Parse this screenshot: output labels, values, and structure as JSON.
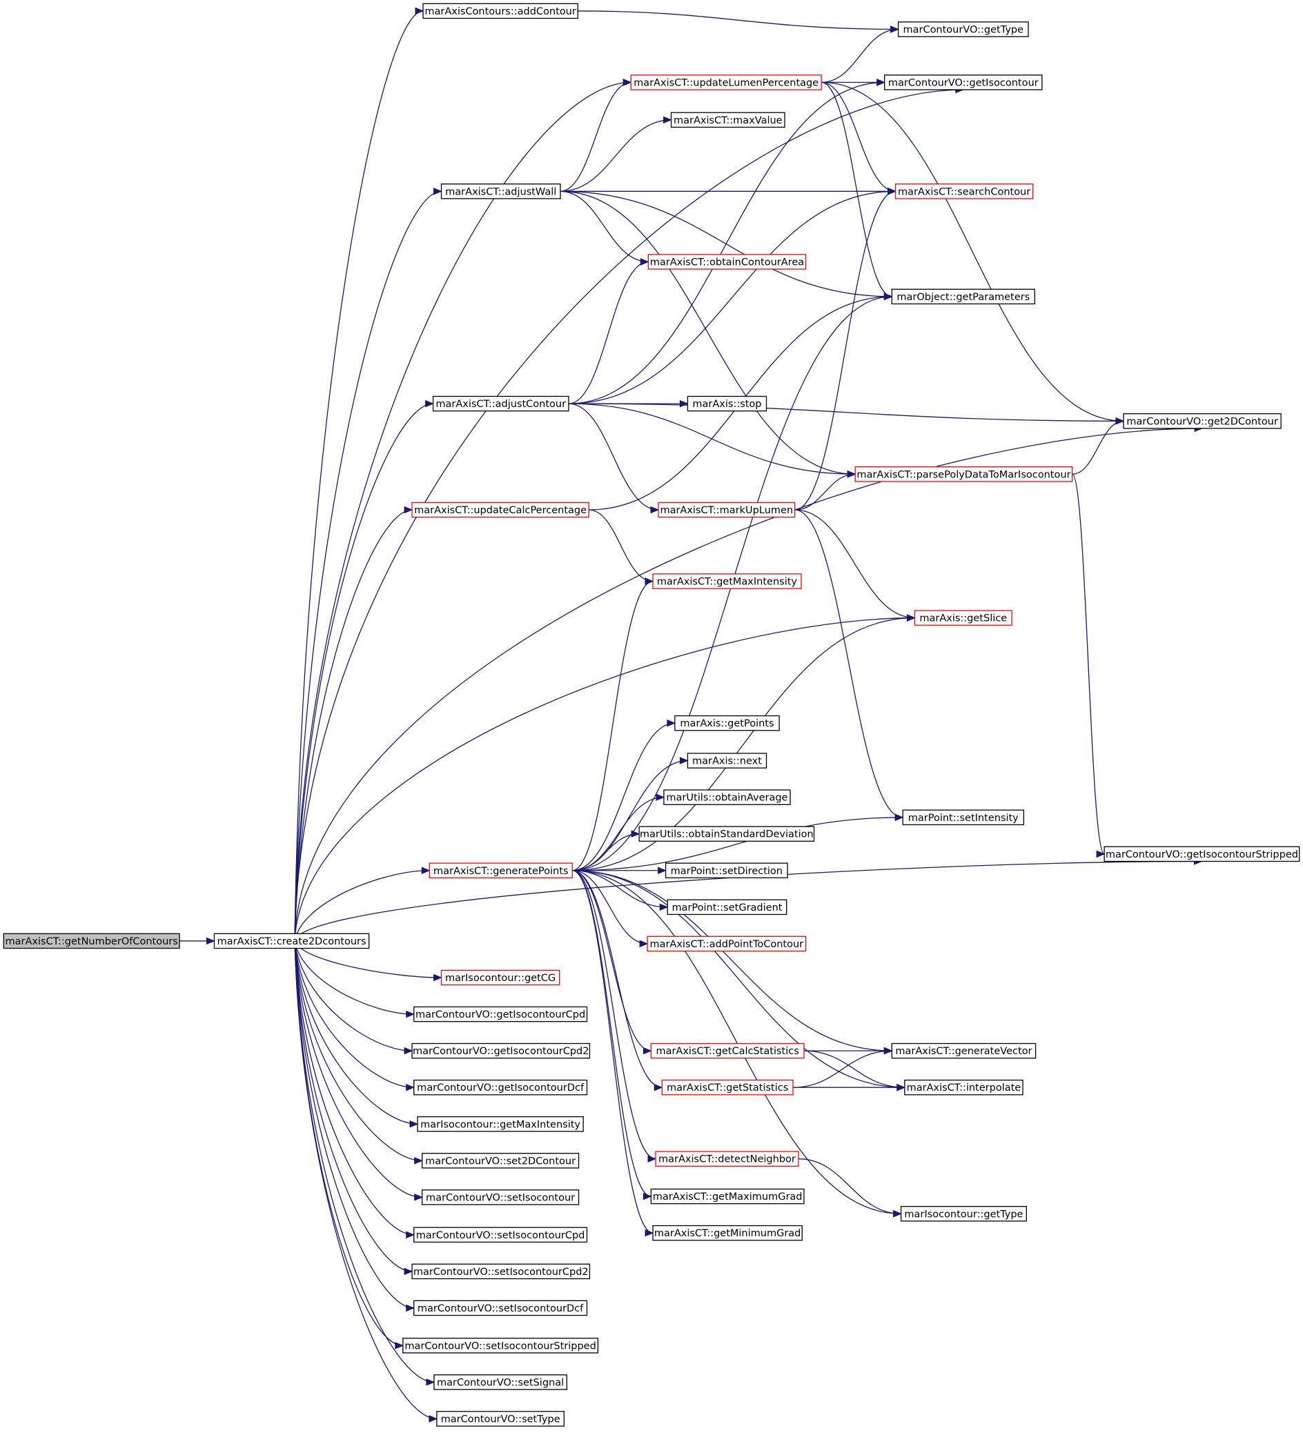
{
  "colors": {
    "edge": "#191970",
    "red_border": "#ff0000",
    "root_fill": "#bfbfbf"
  },
  "nodes": {
    "getNumberOfContours": {
      "label": "marAxisCT::getNumberOfContours",
      "style": "root"
    },
    "create2Dcontours": {
      "label": "marAxisCT::create2Dcontours",
      "style": "normal"
    },
    "addContour": {
      "label": "marAxisContours::addContour",
      "style": "normal"
    },
    "getType": {
      "label": "marContourVO::getType",
      "style": "normal"
    },
    "updateLumenPercentage": {
      "label": "marAxisCT::updateLumenPercentage",
      "style": "red"
    },
    "getIsocontour": {
      "label": "marContourVO::getIsocontour",
      "style": "normal"
    },
    "maxValue": {
      "label": "marAxisCT::maxValue",
      "style": "normal"
    },
    "adjustWall": {
      "label": "marAxisCT::adjustWall",
      "style": "normal"
    },
    "searchContour": {
      "label": "marAxisCT::searchContour",
      "style": "red"
    },
    "obtainContourArea": {
      "label": "marAxisCT::obtainContourArea",
      "style": "red"
    },
    "getParameters": {
      "label": "marObject::getParameters",
      "style": "normal"
    },
    "adjustContour": {
      "label": "marAxisCT::adjustContour",
      "style": "normal"
    },
    "stop": {
      "label": "marAxis::stop",
      "style": "normal"
    },
    "get2DContour": {
      "label": "marContourVO::get2DContour",
      "style": "normal"
    },
    "parsePoly": {
      "label": "marAxisCT::parsePolyDataToMarIsocontour",
      "style": "red"
    },
    "updateCalcPercentage": {
      "label": "marAxisCT::updateCalcPercentage",
      "style": "red"
    },
    "markUpLumen": {
      "label": "marAxisCT::markUpLumen",
      "style": "red"
    },
    "getMaxIntensityCT": {
      "label": "marAxisCT::getMaxIntensity",
      "style": "red"
    },
    "getSlice": {
      "label": "marAxis::getSlice",
      "style": "red"
    },
    "getPoints": {
      "label": "marAxis::getPoints",
      "style": "normal"
    },
    "next": {
      "label": "marAxis::next",
      "style": "normal"
    },
    "obtainAverage": {
      "label": "marUtils::obtainAverage",
      "style": "normal"
    },
    "obtainStd": {
      "label": "marUtils::obtainStandardDeviation",
      "style": "normal"
    },
    "setIntensity": {
      "label": "marPoint::setIntensity",
      "style": "normal"
    },
    "getIsocontourStripped": {
      "label": "marContourVO::getIsocontourStripped",
      "style": "normal"
    },
    "generatePoints": {
      "label": "marAxisCT::generatePoints",
      "style": "red"
    },
    "setDirection": {
      "label": "marPoint::setDirection",
      "style": "normal"
    },
    "setGradient": {
      "label": "marPoint::setGradient",
      "style": "normal"
    },
    "addPointToContour": {
      "label": "marAxisCT::addPointToContour",
      "style": "red"
    },
    "getCG": {
      "label": "marIsocontour::getCG",
      "style": "red"
    },
    "getIsocontourCpd": {
      "label": "marContourVO::getIsocontourCpd",
      "style": "normal"
    },
    "getIsocontourCpd2": {
      "label": "marContourVO::getIsocontourCpd2",
      "style": "normal"
    },
    "getIsocontourDcf": {
      "label": "marContourVO::getIsocontourDcf",
      "style": "normal"
    },
    "isoGetMaxIntensity": {
      "label": "marIsocontour::getMaxIntensity",
      "style": "normal"
    },
    "set2DContour": {
      "label": "marContourVO::set2DContour",
      "style": "normal"
    },
    "setIsocontour": {
      "label": "marContourVO::setIsocontour",
      "style": "normal"
    },
    "setIsocontourCpd": {
      "label": "marContourVO::setIsocontourCpd",
      "style": "normal"
    },
    "setIsocontourCpd2": {
      "label": "marContourVO::setIsocontourCpd2",
      "style": "normal"
    },
    "setIsocontourDcf": {
      "label": "marContourVO::setIsocontourDcf",
      "style": "normal"
    },
    "setIsocontourStripped": {
      "label": "marContourVO::setIsocontourStripped",
      "style": "normal"
    },
    "setSignal": {
      "label": "marContourVO::setSignal",
      "style": "normal"
    },
    "setType": {
      "label": "marContourVO::setType",
      "style": "normal"
    },
    "getCalcStatistics": {
      "label": "marAxisCT::getCalcStatistics",
      "style": "red"
    },
    "generateVector": {
      "label": "marAxisCT::generateVector",
      "style": "normal"
    },
    "getStatistics": {
      "label": "marAxisCT::getStatistics",
      "style": "red"
    },
    "interpolate": {
      "label": "marAxisCT::interpolate",
      "style": "normal"
    },
    "detectNeighbor": {
      "label": "marAxisCT::detectNeighbor",
      "style": "red"
    },
    "getMaximumGrad": {
      "label": "marAxisCT::getMaximumGrad",
      "style": "normal"
    },
    "getMinimumGrad": {
      "label": "marAxisCT::getMinimumGrad",
      "style": "normal"
    },
    "isoGetType": {
      "label": "marIsocontour::getType",
      "style": "normal"
    }
  },
  "edges": [
    [
      "getNumberOfContours",
      "create2Dcontours"
    ],
    [
      "create2Dcontours",
      "addContour"
    ],
    [
      "create2Dcontours",
      "getIsocontour"
    ],
    [
      "create2Dcontours",
      "updateLumenPercentage"
    ],
    [
      "create2Dcontours",
      "adjustWall"
    ],
    [
      "create2Dcontours",
      "adjustContour"
    ],
    [
      "create2Dcontours",
      "updateCalcPercentage"
    ],
    [
      "create2Dcontours",
      "get2DContour"
    ],
    [
      "create2Dcontours",
      "getSlice"
    ],
    [
      "create2Dcontours",
      "generatePoints"
    ],
    [
      "create2Dcontours",
      "getCG"
    ],
    [
      "create2Dcontours",
      "getIsocontourCpd"
    ],
    [
      "create2Dcontours",
      "getIsocontourCpd2"
    ],
    [
      "create2Dcontours",
      "getIsocontourDcf"
    ],
    [
      "create2Dcontours",
      "isoGetMaxIntensity"
    ],
    [
      "create2Dcontours",
      "set2DContour"
    ],
    [
      "create2Dcontours",
      "setIsocontour"
    ],
    [
      "create2Dcontours",
      "setIsocontourCpd"
    ],
    [
      "create2Dcontours",
      "setIsocontourCpd2"
    ],
    [
      "create2Dcontours",
      "setIsocontourDcf"
    ],
    [
      "create2Dcontours",
      "setIsocontourStripped"
    ],
    [
      "create2Dcontours",
      "setSignal"
    ],
    [
      "create2Dcontours",
      "setType"
    ],
    [
      "create2Dcontours",
      "getIsocontourStripped"
    ],
    [
      "addContour",
      "getType"
    ],
    [
      "updateLumenPercentage",
      "getType"
    ],
    [
      "updateLumenPercentage",
      "getIsocontour"
    ],
    [
      "updateLumenPercentage",
      "searchContour"
    ],
    [
      "updateLumenPercentage",
      "getParameters"
    ],
    [
      "updateLumenPercentage",
      "get2DContour"
    ],
    [
      "adjustWall",
      "updateLumenPercentage"
    ],
    [
      "adjustWall",
      "maxValue"
    ],
    [
      "adjustWall",
      "searchContour"
    ],
    [
      "adjustWall",
      "obtainContourArea"
    ],
    [
      "adjustWall",
      "getParameters"
    ],
    [
      "adjustWall",
      "parsePoly"
    ],
    [
      "adjustContour",
      "obtainContourArea"
    ],
    [
      "adjustContour",
      "getIsocontour"
    ],
    [
      "adjustContour",
      "searchContour"
    ],
    [
      "adjustContour",
      "stop"
    ],
    [
      "adjustContour",
      "get2DContour"
    ],
    [
      "adjustContour",
      "parsePoly"
    ],
    [
      "adjustContour",
      "markUpLumen"
    ],
    [
      "parsePoly",
      "get2DContour"
    ],
    [
      "parsePoly",
      "getIsocontourStripped"
    ],
    [
      "updateCalcPercentage",
      "getParameters"
    ],
    [
      "updateCalcPercentage",
      "getMaxIntensityCT"
    ],
    [
      "markUpLumen",
      "parsePoly"
    ],
    [
      "markUpLumen",
      "searchContour"
    ],
    [
      "markUpLumen",
      "getSlice"
    ],
    [
      "markUpLumen",
      "setIntensity"
    ],
    [
      "generatePoints",
      "getMaxIntensityCT"
    ],
    [
      "generatePoints",
      "getParameters"
    ],
    [
      "generatePoints",
      "getSlice"
    ],
    [
      "generatePoints",
      "getPoints"
    ],
    [
      "generatePoints",
      "next"
    ],
    [
      "generatePoints",
      "obtainAverage"
    ],
    [
      "generatePoints",
      "obtainStd"
    ],
    [
      "generatePoints",
      "setDirection"
    ],
    [
      "generatePoints",
      "setGradient"
    ],
    [
      "generatePoints",
      "addPointToContour"
    ],
    [
      "generatePoints",
      "setIntensity"
    ],
    [
      "generatePoints",
      "getCalcStatistics"
    ],
    [
      "generatePoints",
      "generateVector"
    ],
    [
      "generatePoints",
      "getStatistics"
    ],
    [
      "generatePoints",
      "interpolate"
    ],
    [
      "generatePoints",
      "detectNeighbor"
    ],
    [
      "generatePoints",
      "getMaximumGrad"
    ],
    [
      "generatePoints",
      "getMinimumGrad"
    ],
    [
      "generatePoints",
      "isoGetType"
    ],
    [
      "getCalcStatistics",
      "generateVector"
    ],
    [
      "getCalcStatistics",
      "interpolate"
    ],
    [
      "getStatistics",
      "generateVector"
    ],
    [
      "getStatistics",
      "interpolate"
    ],
    [
      "detectNeighbor",
      "isoGetType"
    ]
  ]
}
